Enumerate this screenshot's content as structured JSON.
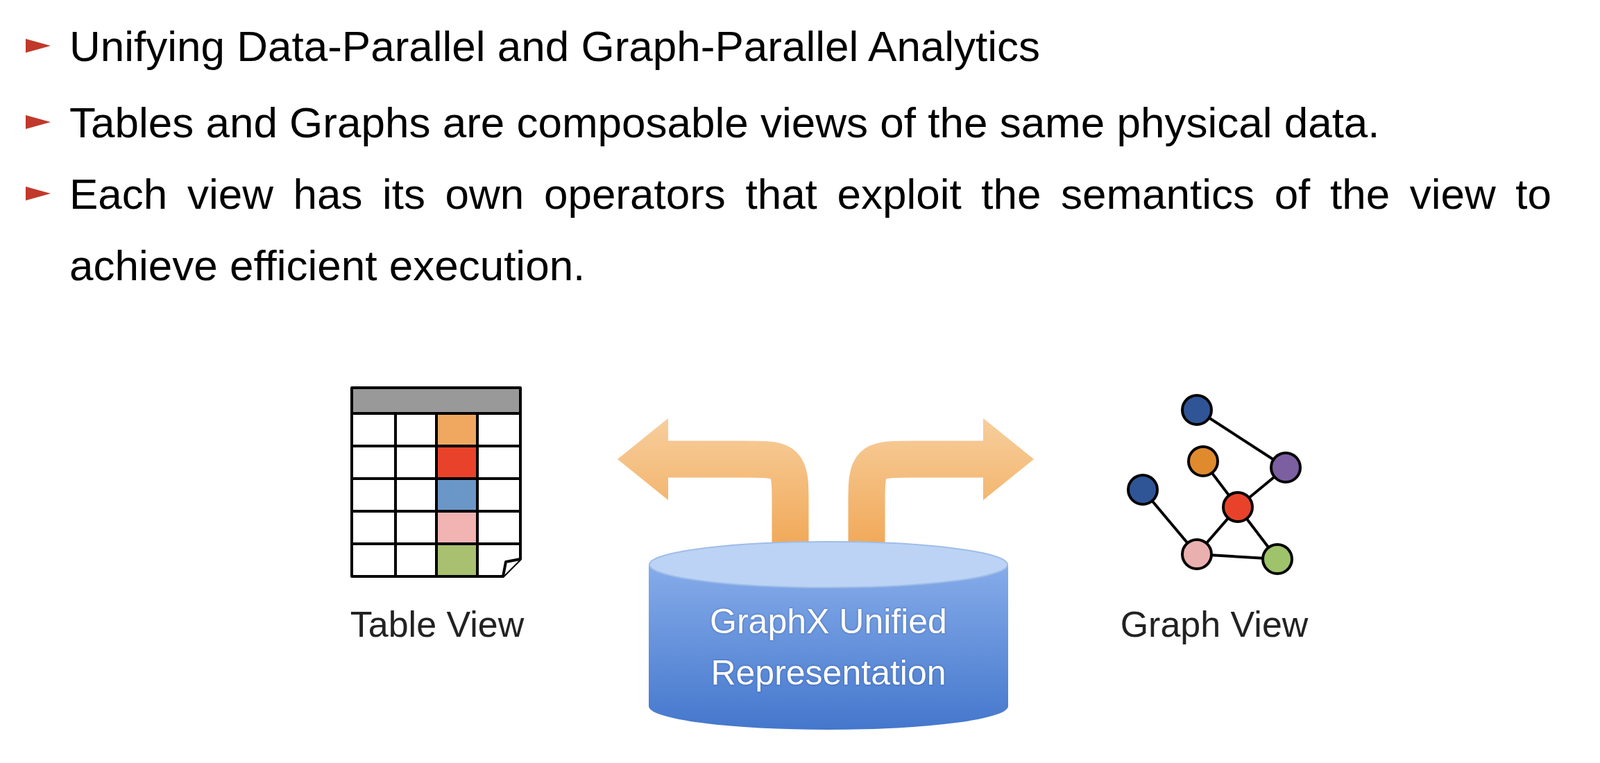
{
  "diagram": {
    "nodes": [
      {
        "text": [
          "Table View"
        ]
      },
      {
        "text": [
          "GraphX Unified Representation"
        ]
      },
      {
        "text": [
          "Graph View"
        ]
      }
    ],
    "edges": [
      {
        "from": 1,
        "to": 0,
        "arrow": "to"
      },
      {
        "from": 1,
        "to": 2,
        "arrow": "to"
      }
    ],
    "labels": [
      "Unifying Data-Parallel and Graph-Parallel Analytics",
      "Tables and Graphs are composable views of the same physical data.",
      "Each view has its own operators that exploit the semantics of the view to achieve efficient execution."
    ]
  }
}
